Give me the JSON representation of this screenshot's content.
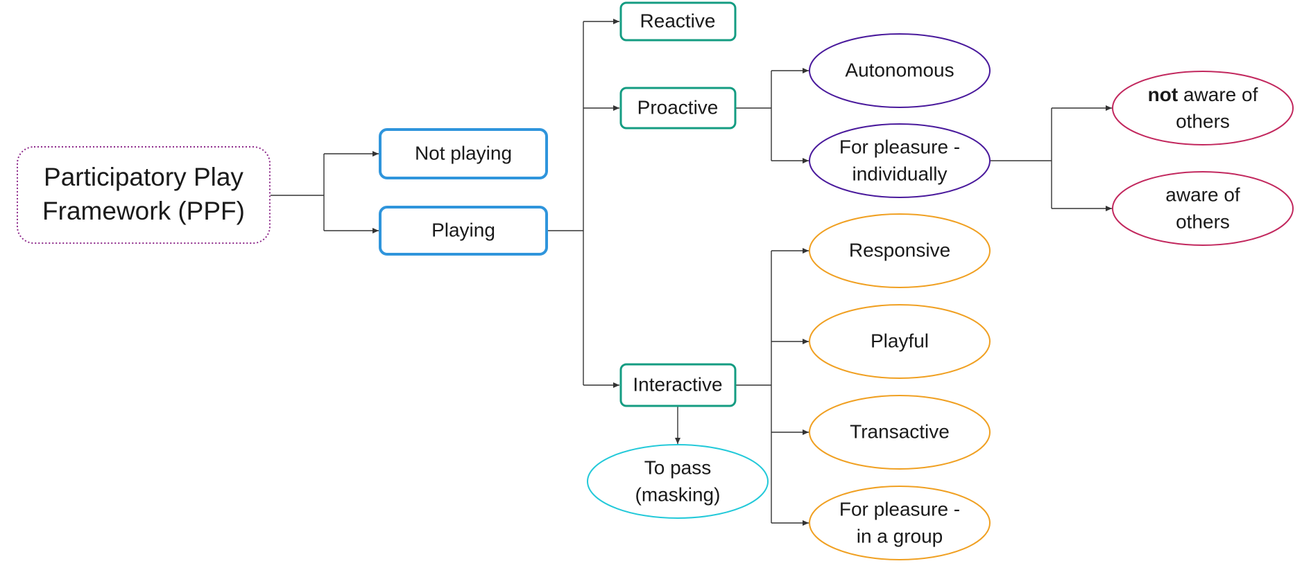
{
  "colors": {
    "root_border": "#8e2a8b",
    "playing_border": "#2f95dc",
    "mode_border": "#149c82",
    "proactive_child_border": "#4a1a9c",
    "interactive_child_border": "#f0a022",
    "masking_border": "#23c9d9",
    "awareness_border": "#c2285e",
    "connector": "#333333"
  },
  "nodes": {
    "root": {
      "line1": "Participatory Play",
      "line2": "Framework (PPF)"
    },
    "not_playing": {
      "label": "Not playing"
    },
    "playing": {
      "label": "Playing"
    },
    "reactive": {
      "label": "Reactive"
    },
    "proactive": {
      "label": "Proactive"
    },
    "interactive": {
      "label": "Interactive"
    },
    "autonomous": {
      "label": "Autonomous"
    },
    "pleasure_individual": {
      "line1": "For pleasure -",
      "line2": "individually"
    },
    "not_aware": {
      "bold": "not",
      "rest": " aware of",
      "line2": "others"
    },
    "aware": {
      "line1": "aware of",
      "line2": "others"
    },
    "responsive": {
      "label": "Responsive"
    },
    "playful": {
      "label": "Playful"
    },
    "transactive": {
      "label": "Transactive"
    },
    "pleasure_group": {
      "line1": "For pleasure -",
      "line2": "in a group"
    },
    "to_pass": {
      "line1": "To pass",
      "line2": "(masking)"
    }
  }
}
